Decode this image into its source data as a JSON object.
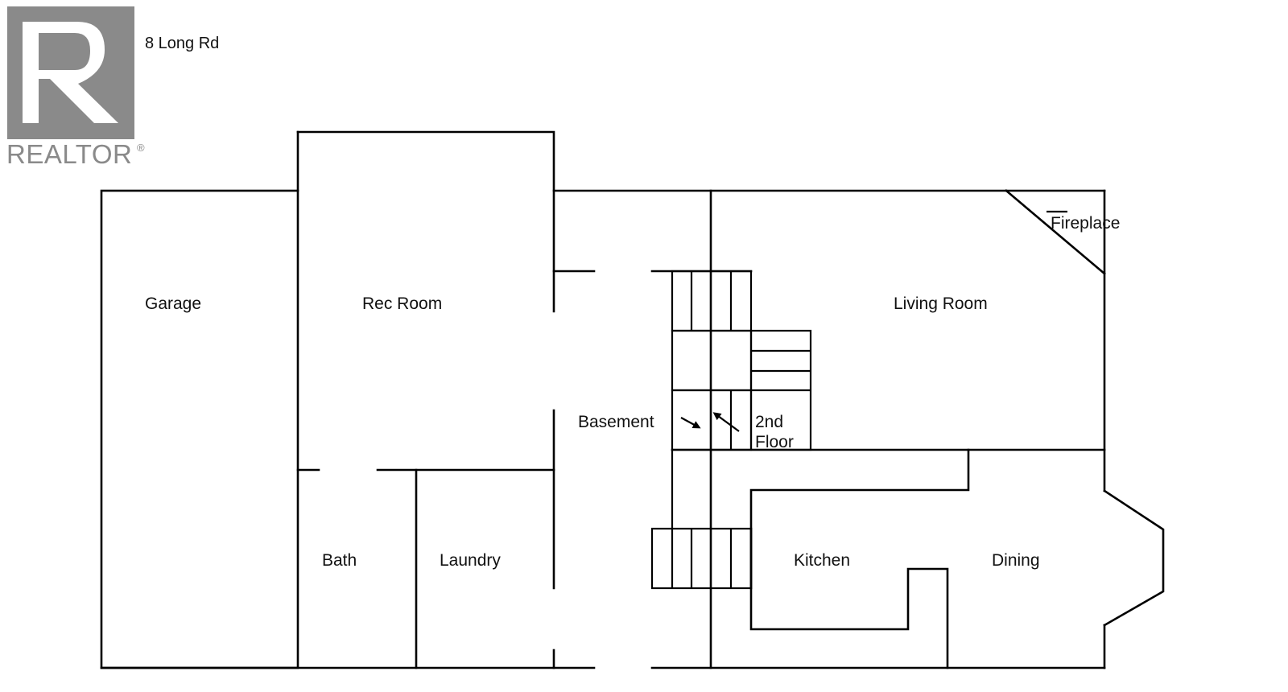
{
  "header": {
    "address": "8 Long Rd"
  },
  "logo": {
    "icon": "realtor-r-icon",
    "text": "REALTOR",
    "mark": "®",
    "color": "#8a8a8a"
  },
  "rooms": {
    "garage": "Garage",
    "rec_room": "Rec Room",
    "basement": "Basement",
    "living_room": "Living Room",
    "fireplace": "Fireplace",
    "second_floor_line1": "2nd",
    "second_floor_line2": "Floor",
    "bath": "Bath",
    "laundry": "Laundry",
    "kitchen": "Kitchen",
    "dining": "Dining"
  },
  "colors": {
    "line": "#000000",
    "background": "#ffffff"
  }
}
